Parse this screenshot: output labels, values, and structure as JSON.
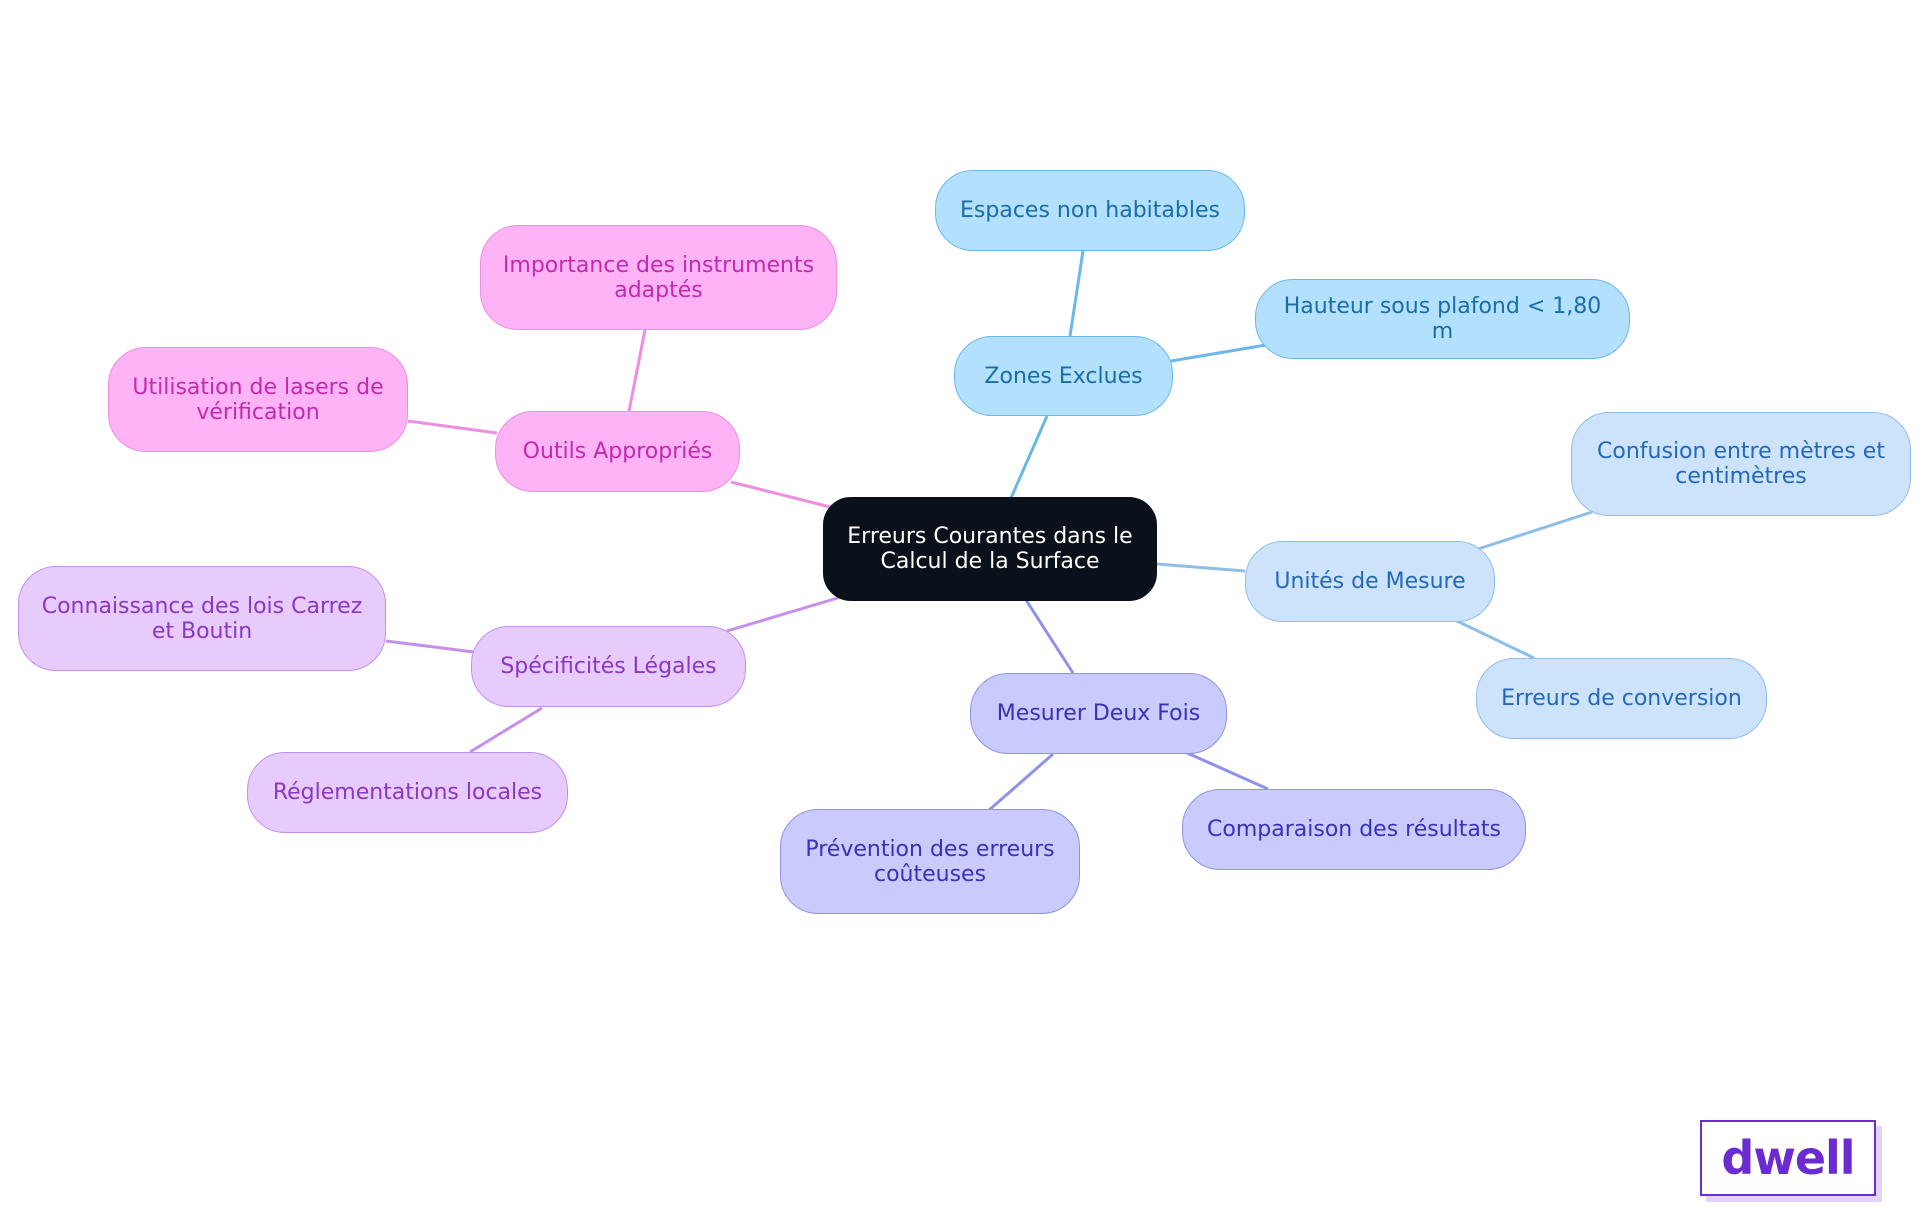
{
  "root": {
    "label": "Erreurs Courantes dans le Calcul de la Surface"
  },
  "branches": [
    {
      "label": "Zones Exclues",
      "color": "#6bb8e8",
      "fill": "#b3e0fd",
      "text": "#1a6ea8",
      "children": [
        "Espaces non habitables",
        "Hauteur sous plafond < 1,80 m"
      ]
    },
    {
      "label": "Unités de Mesure",
      "color": "#8fbde9",
      "fill": "#cde3fb",
      "text": "#2369b8",
      "children": [
        "Confusion entre mètres et centimètres",
        "Erreurs de conversion"
      ]
    },
    {
      "label": "Mesurer Deux Fois",
      "color": "#8f92e8",
      "fill": "#cacbfd",
      "text": "#3b30b8",
      "children": [
        "Comparaison des résultats",
        "Prévention des erreurs coûteuses"
      ]
    },
    {
      "label": "Spécificités Légales",
      "color": "#c590ea",
      "fill": "#e7cbfd",
      "text": "#8b37c2",
      "children": [
        "Connaissance des lois Carrez et Boutin",
        "Réglementations locales"
      ]
    },
    {
      "label": "Outils Appropriés",
      "color": "#ee8ee0",
      "fill": "#fdb3f5",
      "text": "#c22ab0",
      "children": [
        "Importance des instruments adaptés",
        "Utilisation de lasers de vérification"
      ]
    }
  ],
  "logo": {
    "text": "dwell",
    "color": "#6a2bd0"
  },
  "root_colors": {
    "fill": "#0b111a",
    "text": "#ffffff"
  }
}
